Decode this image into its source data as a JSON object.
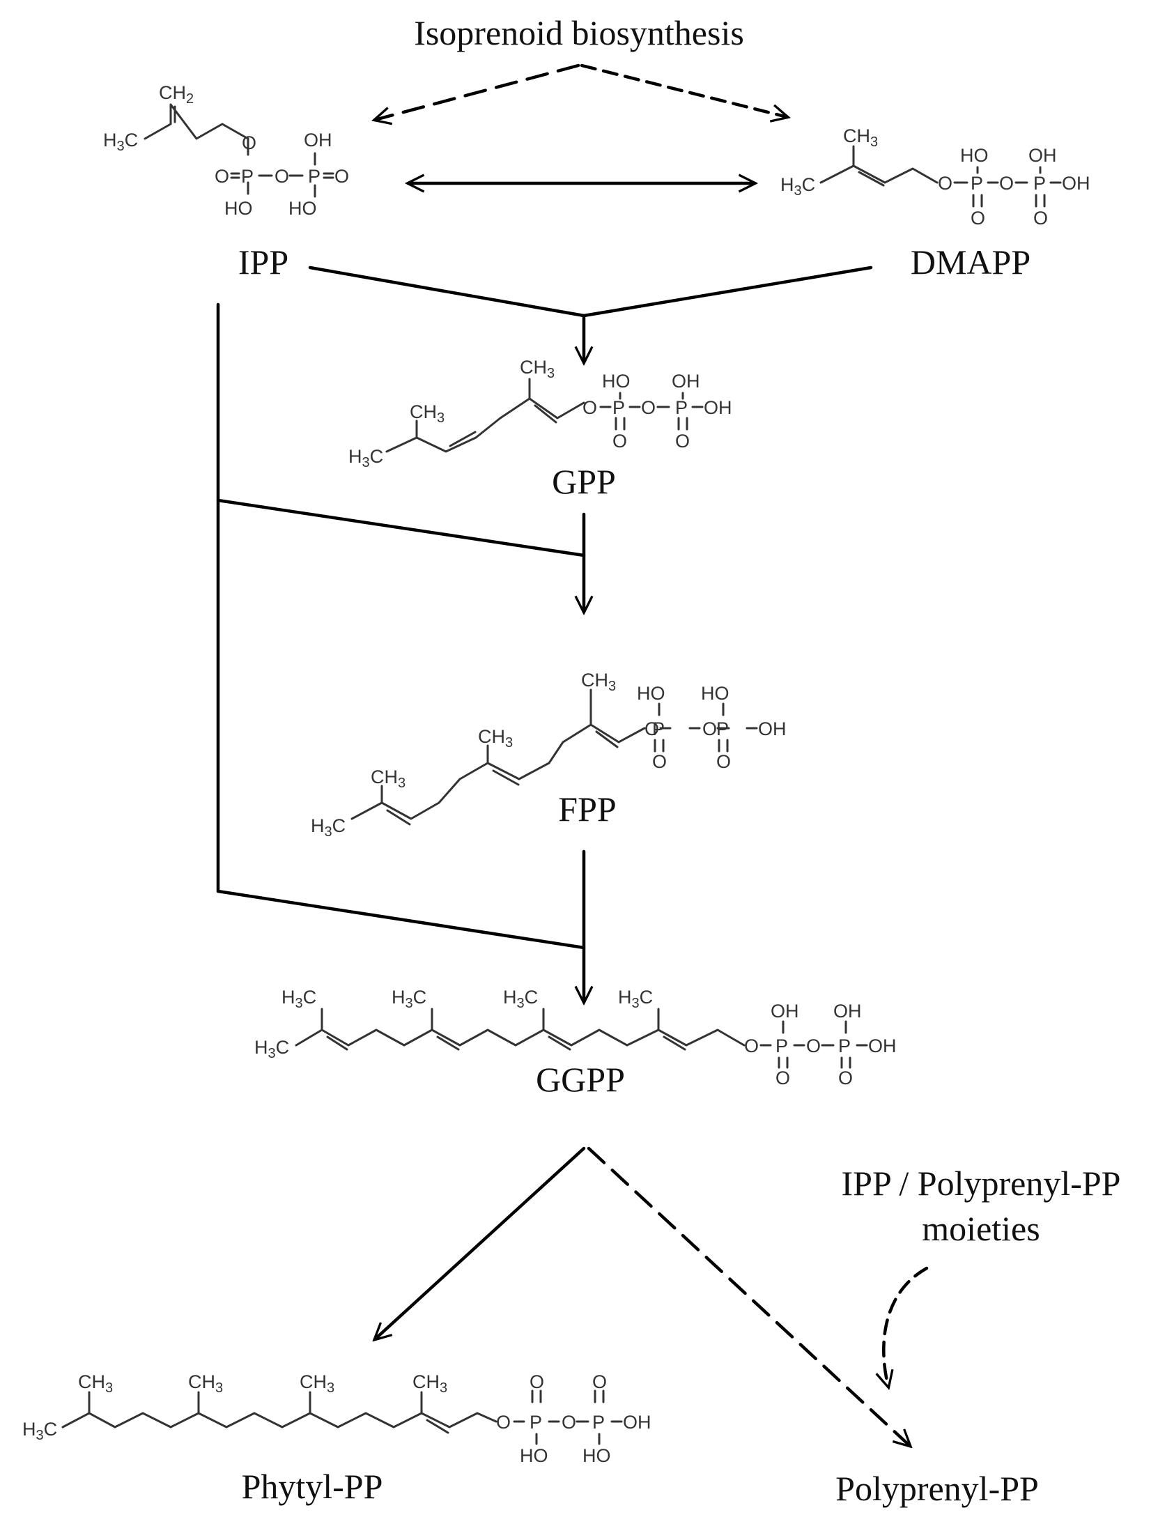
{
  "title": "Isoprenoid biosynthesis",
  "compounds": {
    "ipp": "IPP",
    "dmapp": "DMAPP",
    "gpp": "GPP",
    "fpp": "FPP",
    "ggpp": "GGPP",
    "phytyl_pp": "Phytyl-PP",
    "polyprenyl_pp": "Polyprenyl-PP"
  },
  "side_note": {
    "line1": "IPP / Polyprenyl-PP",
    "line2": "moieties"
  },
  "atoms": {
    "ch2": "CH2",
    "ch3": "CH3",
    "h3c": "H3C",
    "oh": "OH",
    "ho": "HO",
    "o": "O",
    "p": "P"
  }
}
